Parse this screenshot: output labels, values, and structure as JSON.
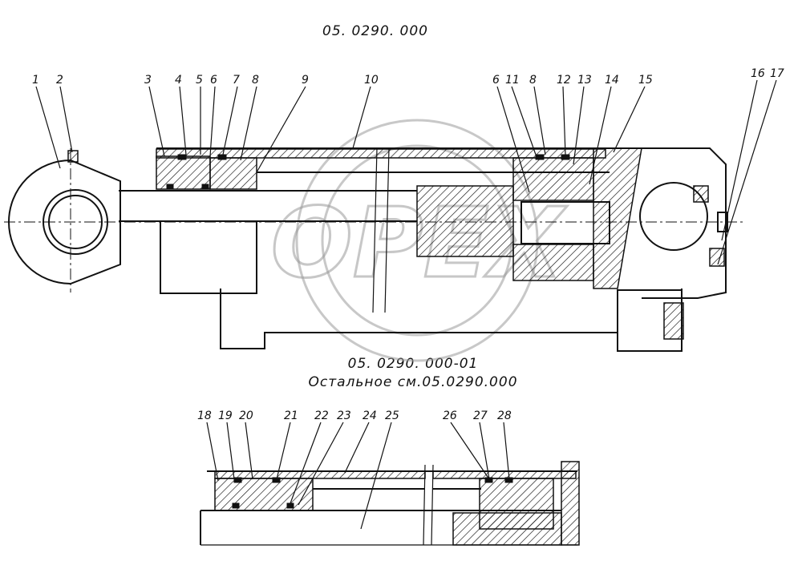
{
  "drawing": {
    "main_title": "05. 0290. 000",
    "variant_title": "05. 0290. 000-01",
    "variant_note": "Остальное см.05.0290.000",
    "watermark_text": "OPEX",
    "top_callouts": [
      "1",
      "2",
      "3",
      "4",
      "5",
      "6",
      "7",
      "8",
      "9",
      "10",
      "6",
      "11",
      "8",
      "12",
      "13",
      "14",
      "15",
      "16",
      "17"
    ],
    "bottom_callouts": [
      "18",
      "19",
      "20",
      "21",
      "22",
      "23",
      "24",
      "25",
      "26",
      "27",
      "28"
    ]
  }
}
